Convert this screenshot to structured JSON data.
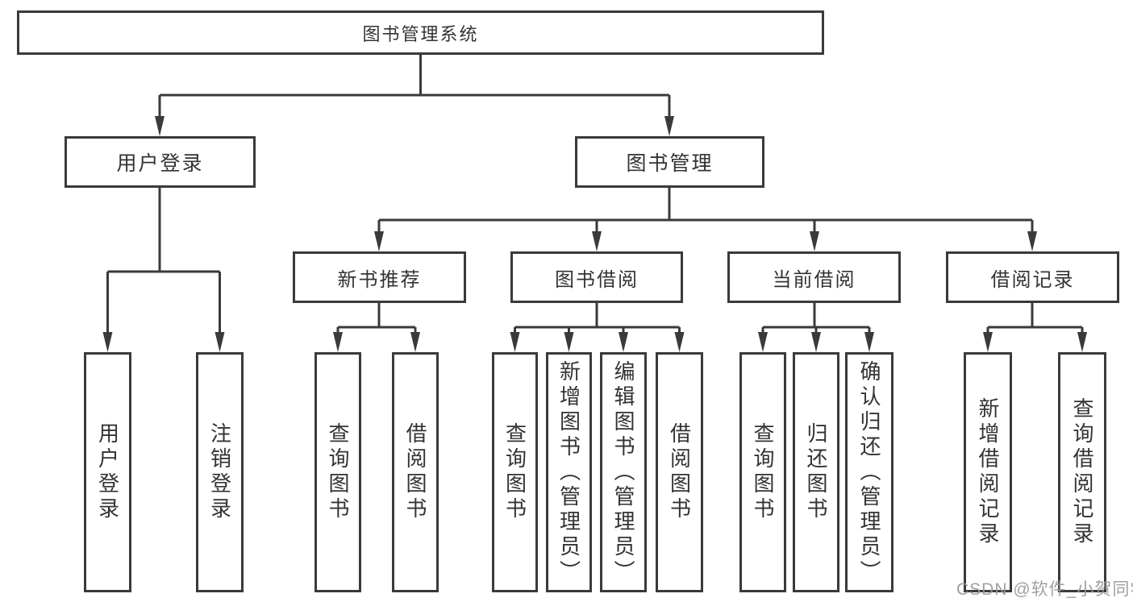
{
  "diagram": {
    "root": "图书管理系统",
    "branches": [
      {
        "label": "用户登录",
        "children": [
          "用户登录",
          "注销登录"
        ]
      },
      {
        "label": "图书管理",
        "modules": [
          {
            "label": "新书推荐",
            "children": [
              "查询图书",
              "借阅图书"
            ]
          },
          {
            "label": "图书借阅",
            "children": [
              "查询图书",
              "新增图书（管理员）",
              "编辑图书（管理员）",
              "借阅图书"
            ]
          },
          {
            "label": "当前借阅",
            "children": [
              "查询图书",
              "归还图书",
              "确认归还（管理员）"
            ]
          },
          {
            "label": "借阅记录",
            "children": [
              "新增借阅记录",
              "查询借阅记录"
            ]
          }
        ]
      }
    ]
  },
  "watermark": "CSDN @软件_小贺同学",
  "colors": {
    "line": "#3a3a3a",
    "text": "#333333",
    "background": "#ffffff",
    "watermark": "#989898"
  }
}
